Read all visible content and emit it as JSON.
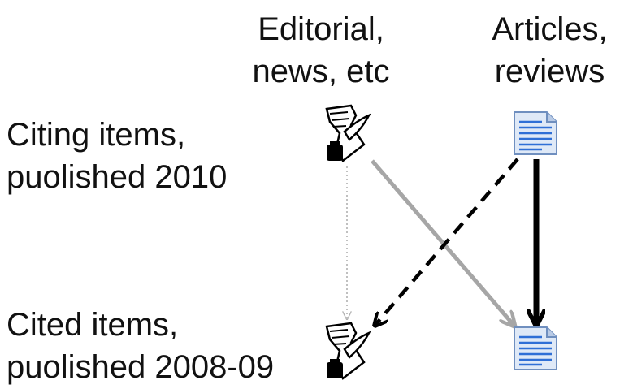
{
  "columns": [
    {
      "line1": "Editorial,",
      "line2": "news, etc",
      "icon": "scroll-quill-icon"
    },
    {
      "line1": "Articles,",
      "line2": "reviews",
      "icon": "document-icon"
    }
  ],
  "rows": [
    {
      "line1": "Citing items,",
      "line2": "puolished 2010"
    },
    {
      "line1": "Cited items,",
      "line2": "puolished 2008-09"
    }
  ],
  "arrows": [
    {
      "from": "editorial-2010",
      "to": "editorial-2008-09",
      "style": "dotted",
      "color": "#b0b0b0",
      "weight": "thin"
    },
    {
      "from": "editorial-2010",
      "to": "articles-2008-09",
      "style": "solid",
      "color": "#a6a6a6",
      "weight": "medium"
    },
    {
      "from": "articles-2010",
      "to": "editorial-2008-09",
      "style": "dashed",
      "color": "#000000",
      "weight": "medium"
    },
    {
      "from": "articles-2010",
      "to": "articles-2008-09",
      "style": "solid",
      "color": "#000000",
      "weight": "thick"
    }
  ]
}
